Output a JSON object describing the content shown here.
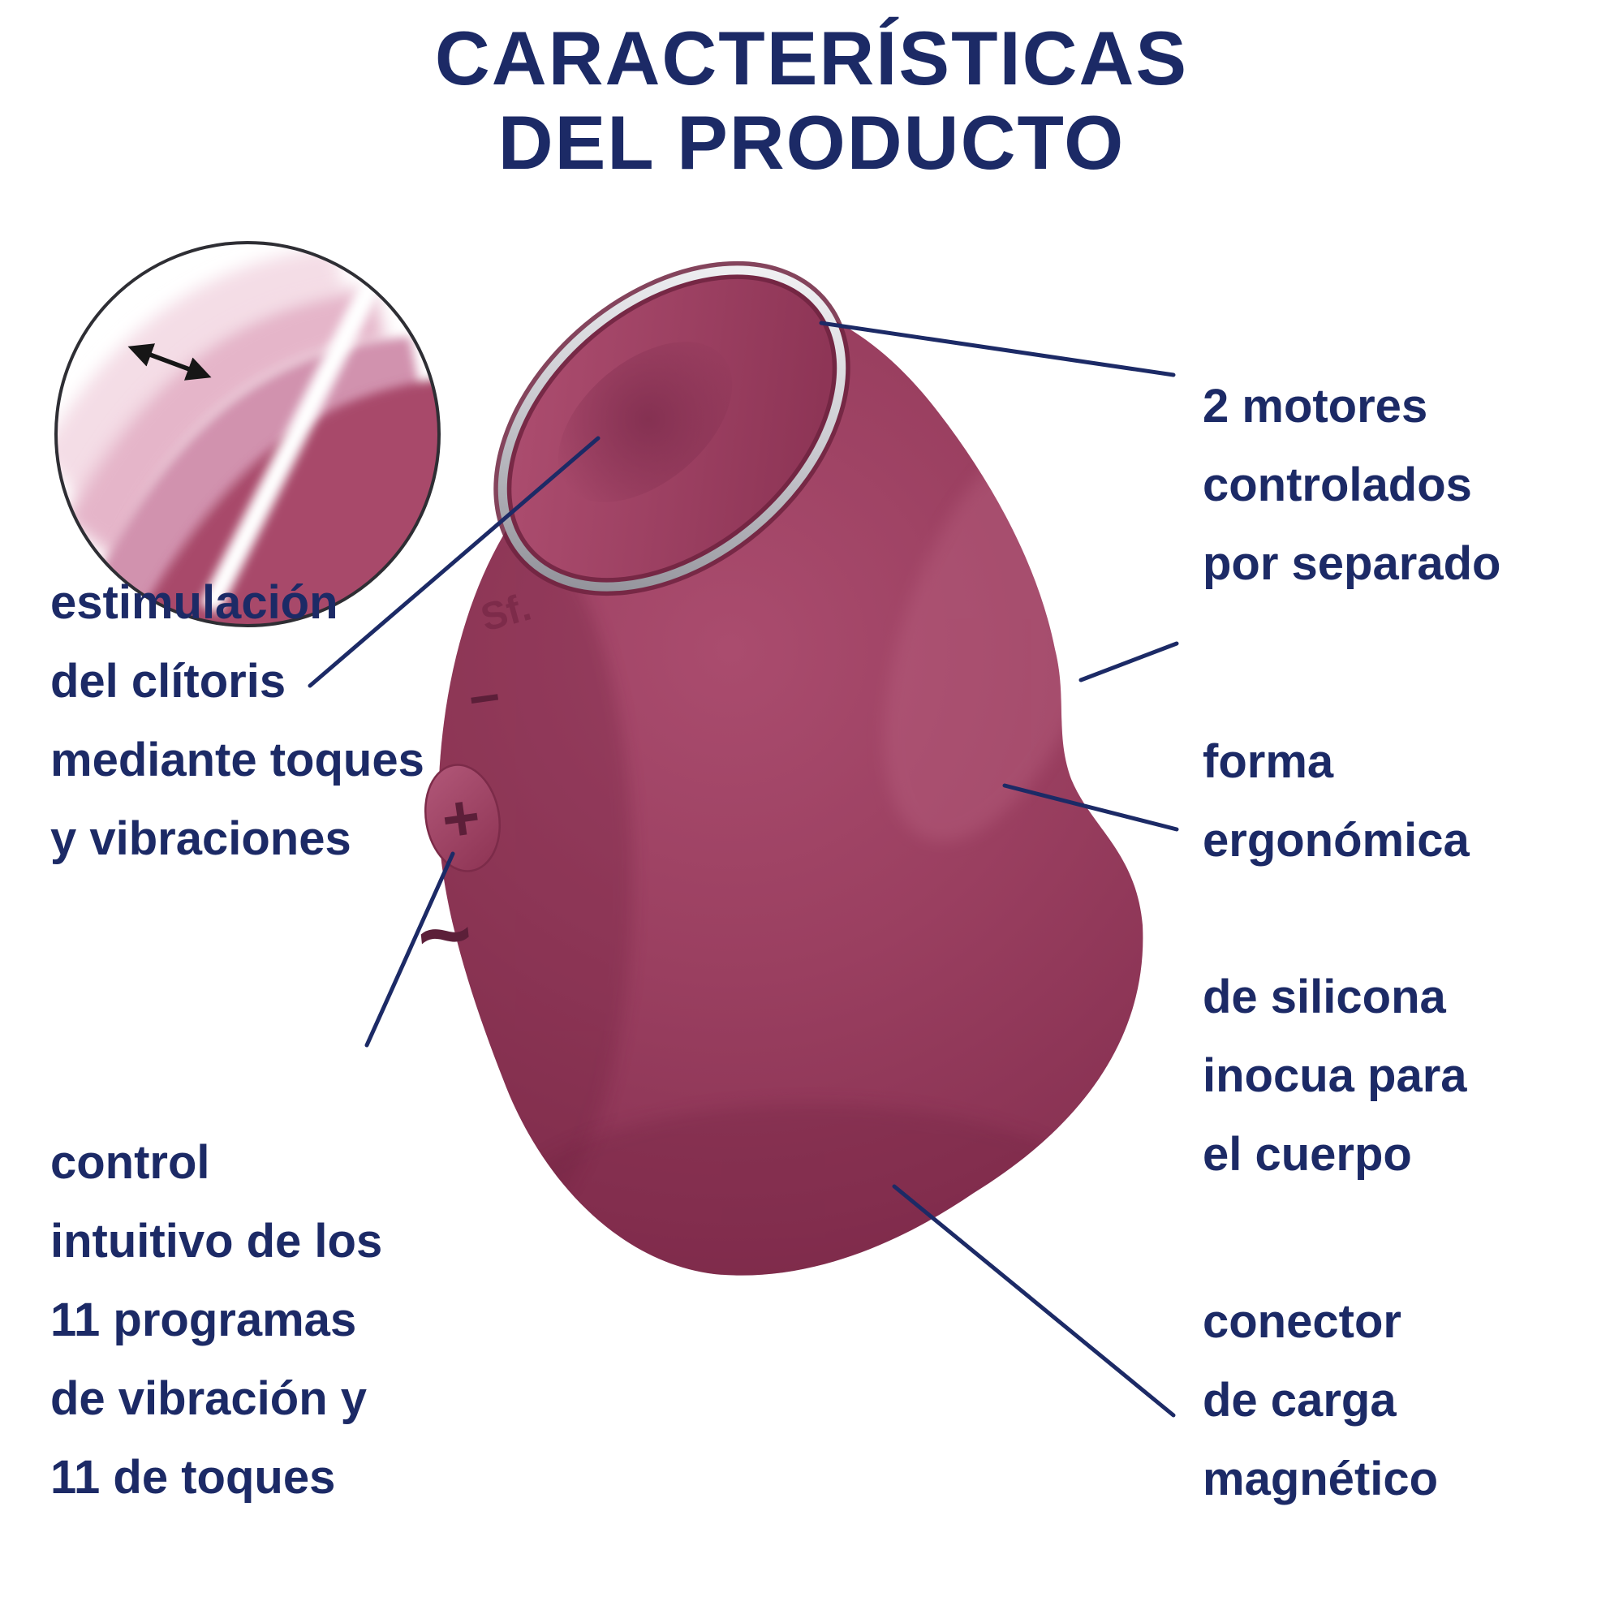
{
  "title": {
    "line1": "CARACTERÍSTICAS",
    "line2": "DEL PRODUCTO"
  },
  "callouts": {
    "stimulation": {
      "lines": [
        "estimulación",
        "del clítoris",
        "mediante toques",
        "y vibraciones"
      ]
    },
    "control": {
      "lines": [
        "control",
        "intuitivo de los",
        "11 programas",
        "de vibración y",
        "11 de toques"
      ]
    },
    "motors": {
      "lines": [
        "2 motores",
        "controlados",
        "por separado"
      ]
    },
    "ergonomic": {
      "lines": [
        "forma",
        "ergonómica"
      ]
    },
    "silicone": {
      "lines": [
        "de silicona",
        "inocua para",
        "el cuerpo"
      ]
    },
    "charger": {
      "lines": [
        "conector",
        "de carga",
        "magnético"
      ]
    }
  },
  "device": {
    "logo": "Sf.",
    "buttons": {
      "minus": "−",
      "plus": "+",
      "wave": "~"
    }
  },
  "colors": {
    "navy": "#1c2a66",
    "berry": "#9a3f60",
    "berry_dark": "#7c2b49",
    "berry_light": "#ad5374",
    "button_mark": "#5c1f39",
    "silver": "#d9dade",
    "inset_pink_light": "#f4dde6",
    "inset_pink_mid": "#e5b5c9",
    "inset_pink_deep": "#d192ae",
    "inset_berry": "#a8486b"
  }
}
